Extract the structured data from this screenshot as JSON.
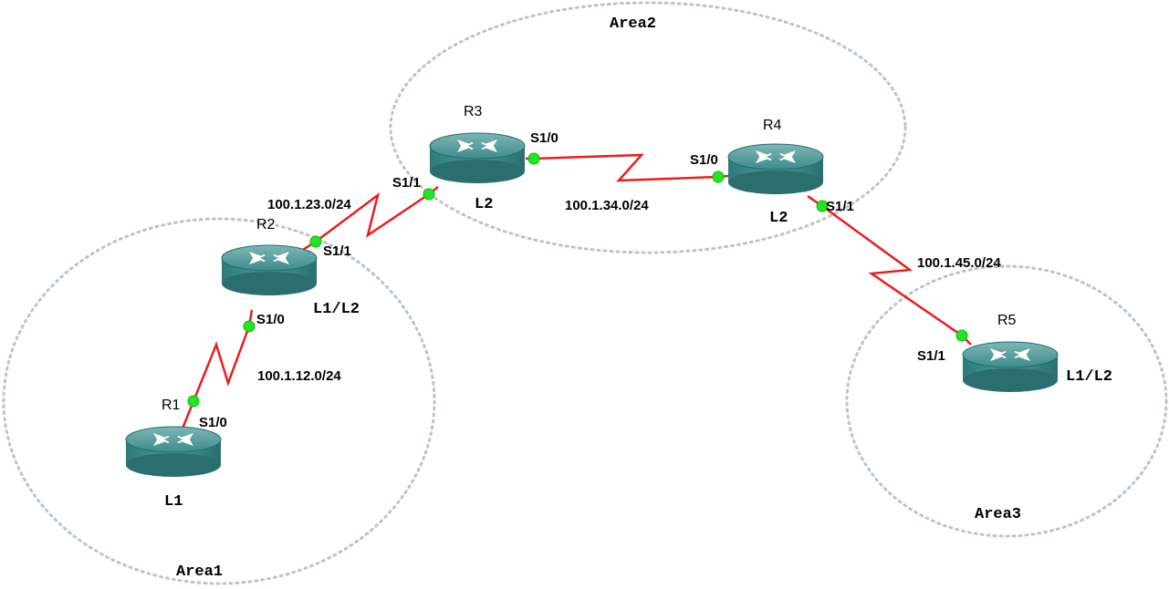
{
  "areas": [
    {
      "id": "area1",
      "label": "Area1"
    },
    {
      "id": "area2",
      "label": "Area2"
    },
    {
      "id": "area3",
      "label": "Area3"
    }
  ],
  "routers": [
    {
      "id": "r1",
      "name": "R1",
      "level": "L1"
    },
    {
      "id": "r2",
      "name": "R2",
      "level": "L1/L2"
    },
    {
      "id": "r3",
      "name": "R3",
      "level": "L2"
    },
    {
      "id": "r4",
      "name": "R4",
      "level": "L2"
    },
    {
      "id": "r5",
      "name": "R5",
      "level": "L1/L2"
    }
  ],
  "links": [
    {
      "id": "r1-r2",
      "network": "100.1.12.0/24",
      "a_port": "S1/0",
      "b_port": "S1/0"
    },
    {
      "id": "r2-r3",
      "network": "100.1.23.0/24",
      "a_port": "S1/1",
      "b_port": "S1/1"
    },
    {
      "id": "r3-r4",
      "network": "100.1.34.0/24",
      "a_port": "S1/0",
      "b_port": "S1/0"
    },
    {
      "id": "r4-r5",
      "network": "100.1.45.0/24",
      "a_port": "S1/1",
      "b_port": "S1/1"
    }
  ],
  "colors": {
    "link": "#ec1c1c",
    "port_dot": "#22e622",
    "area_outline": "#b9c3d1",
    "router_body": "#3a8c8c"
  }
}
